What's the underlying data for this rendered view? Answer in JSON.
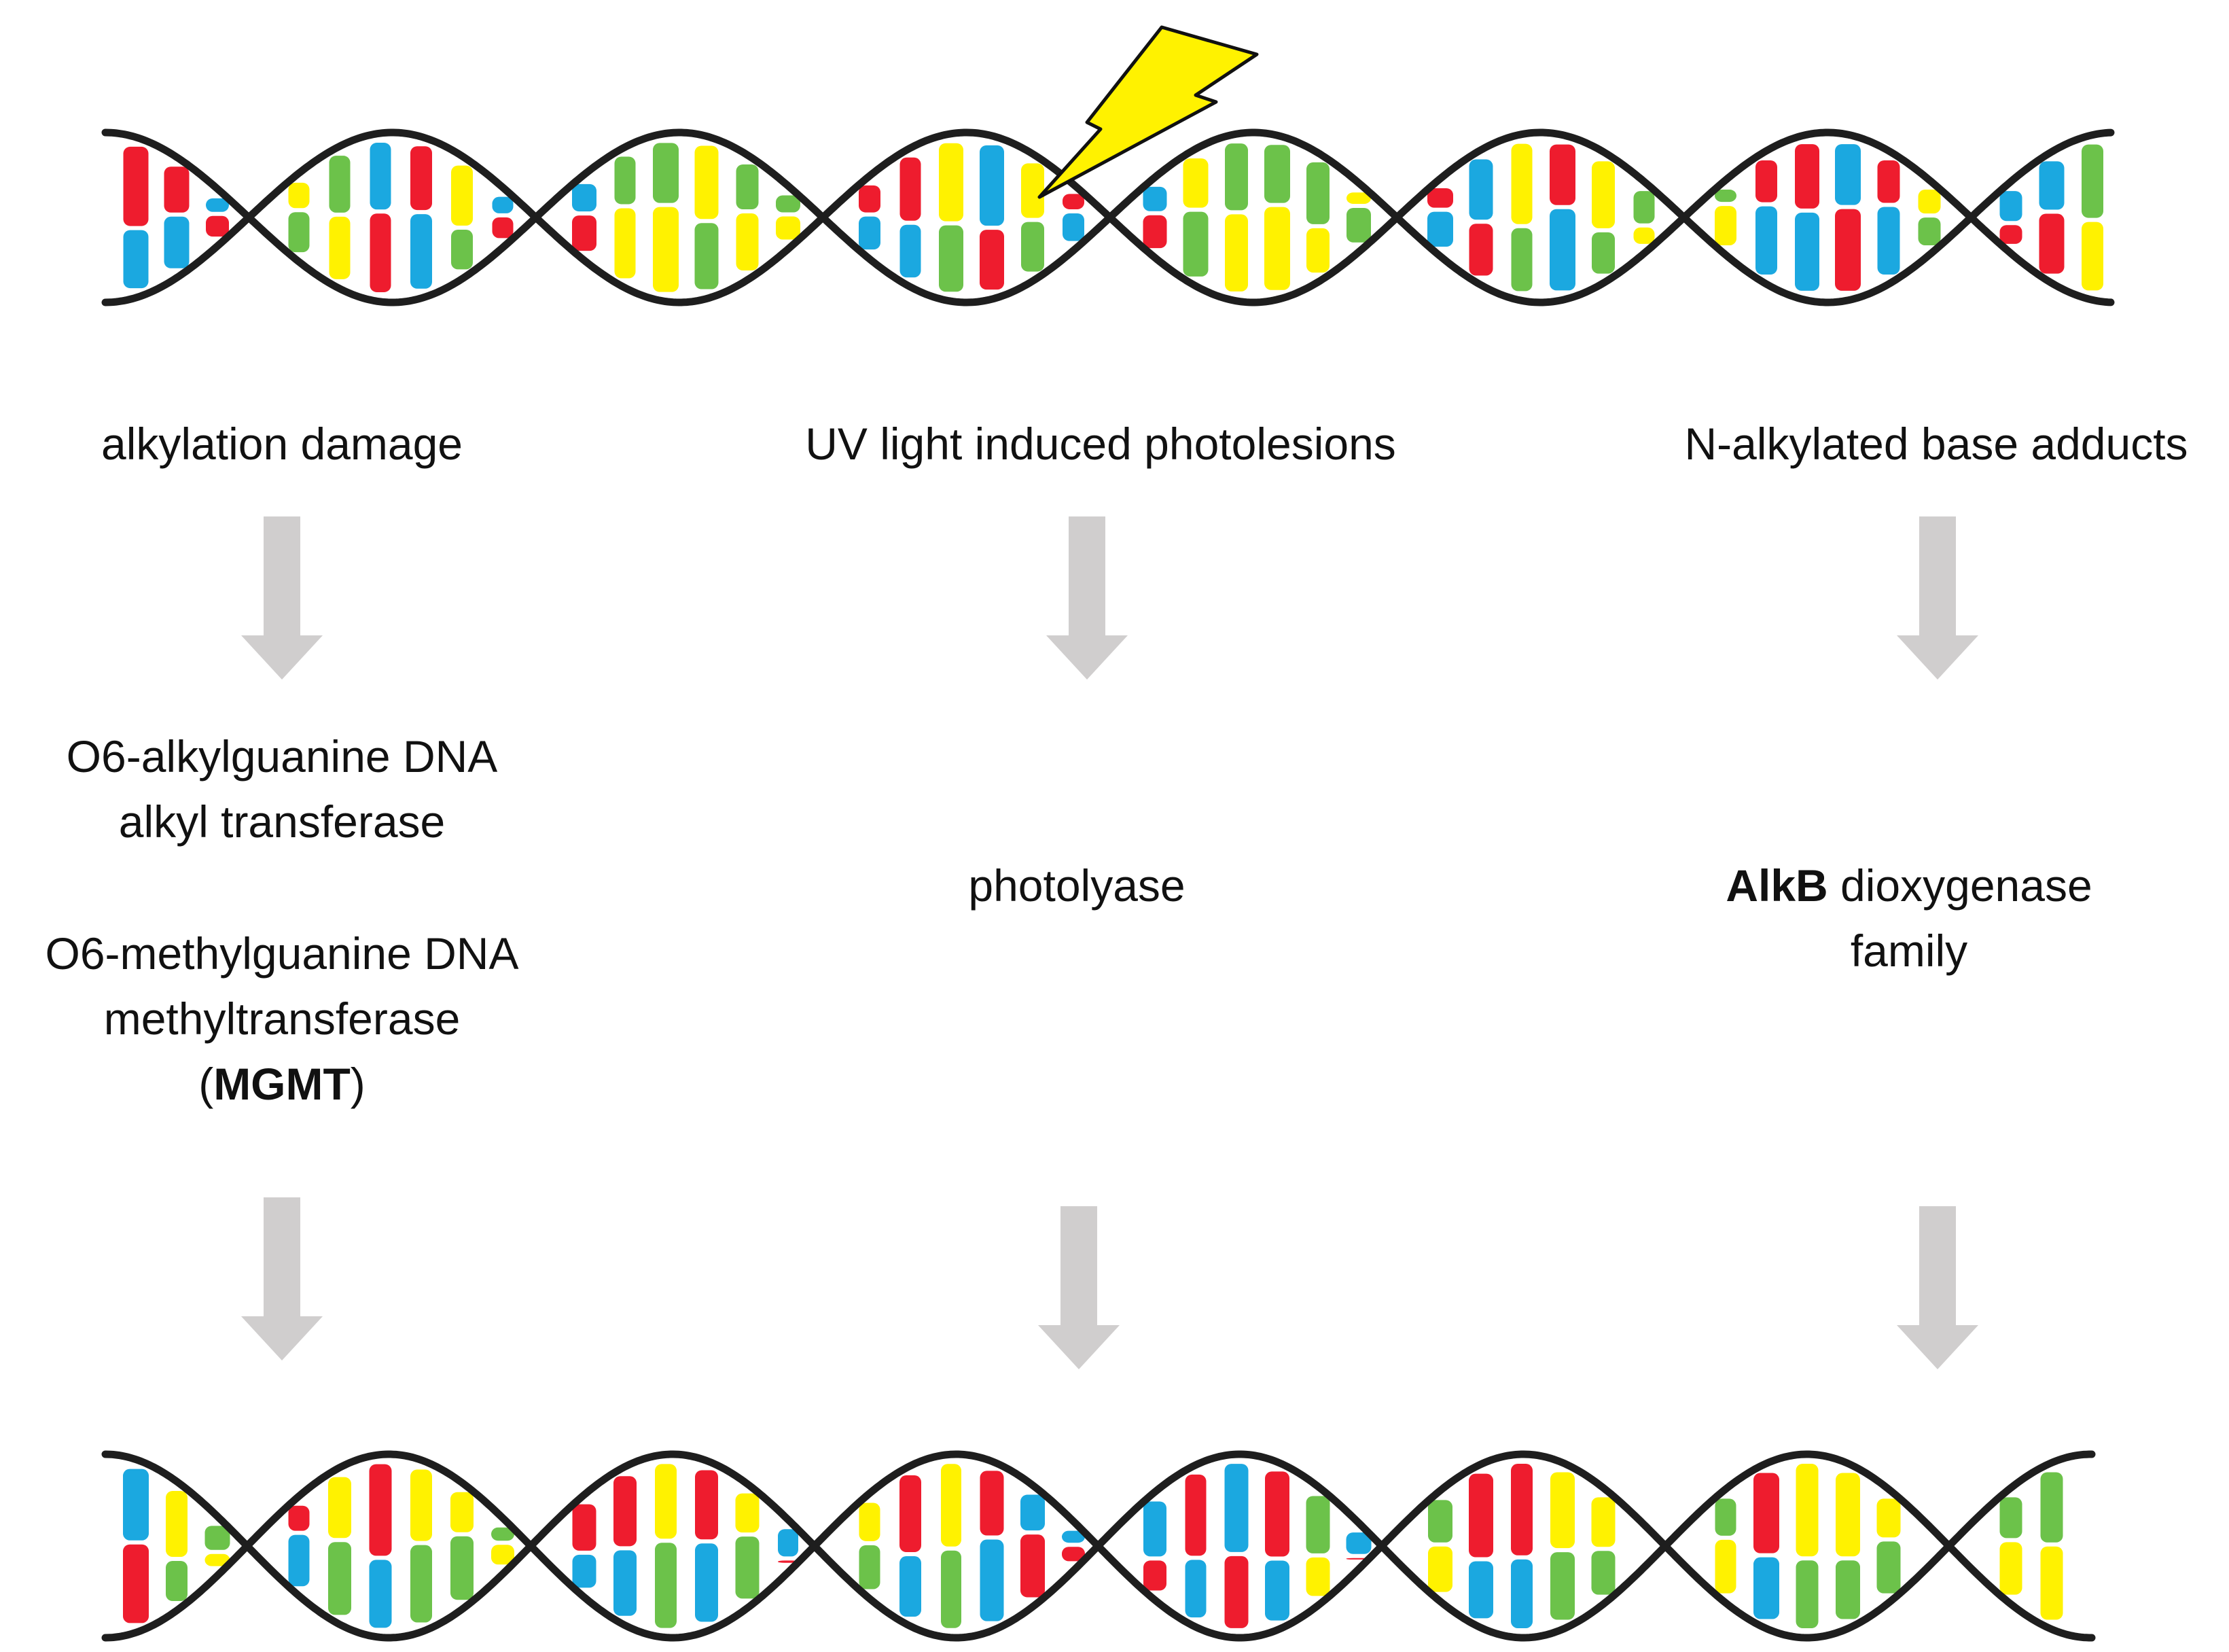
{
  "damage_labels": {
    "left": "alkylation damage",
    "middle": "UV light induced photolesions",
    "right": "N-alkylated base adducts"
  },
  "enzymes": {
    "left": {
      "agt_line1": "O6-alkylguanine DNA",
      "agt_line2": "alkyl transferase",
      "mgmt_line1": "O6-methylguanine DNA",
      "mgmt_line2": "methyltransferase",
      "mgmt_open": "(",
      "mgmt_abbrev": "MGMT",
      "mgmt_close": ")"
    },
    "middle": "photolyase",
    "right": {
      "bold": "AlkB",
      "rest": " dioxygenase",
      "line2": "family"
    }
  },
  "colors": {
    "backbone": "#1e1e1e",
    "arrow": "#d0cece",
    "base_red": "#ee1c2e",
    "base_green": "#6cc24a",
    "base_blue": "#1ba8e0",
    "base_yellow": "#fff200",
    "lightning_fill": "#fff200",
    "lightning_stroke": "#111111"
  },
  "icons": {
    "damage_marker": "lightning-bolt-icon",
    "flow_arrow": "down-arrow-icon"
  }
}
